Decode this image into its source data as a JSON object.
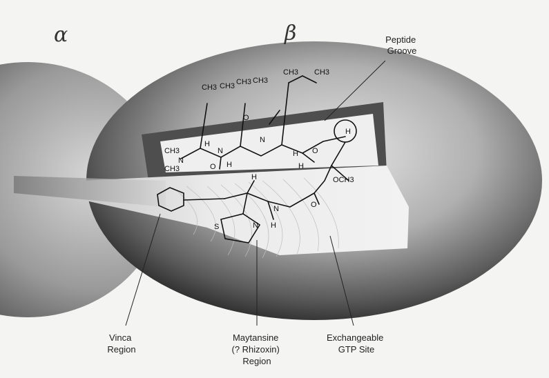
{
  "subunits": {
    "alpha": "α",
    "beta": "β"
  },
  "labels": {
    "peptide_groove": [
      "Peptide",
      "Groove"
    ],
    "vinca_region": [
      "Vinca",
      "Region"
    ],
    "maytansine_region": [
      "Maytansine",
      "(? Rhizoxin)",
      "Region"
    ],
    "gtp_site": [
      "Exchangeable",
      "GTP Site"
    ]
  },
  "molecule": {
    "atoms": [
      "CH3",
      "CH3",
      "CH3",
      "CH3",
      "CH3",
      "CH3",
      "CH3",
      "CH3",
      "N",
      "N",
      "N",
      "N",
      "H",
      "H",
      "H",
      "H",
      "H",
      "H",
      "H",
      "O",
      "O",
      "O",
      "O",
      "S",
      "N",
      "OCH3"
    ]
  },
  "colors": {
    "background": "#f4f4f2",
    "shell_dark": "#3a3a3a",
    "shell_light": "#cfcfcf",
    "groove": "#555555",
    "interior": "#ececec"
  }
}
